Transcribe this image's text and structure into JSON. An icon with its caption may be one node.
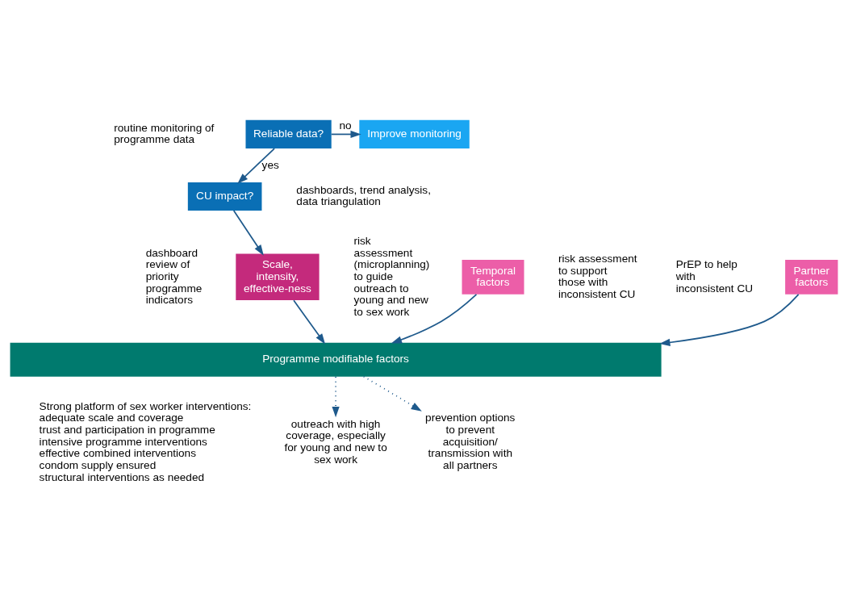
{
  "diagram": {
    "nodes": [
      {
        "text": [
          "Reliable data?"
        ]
      },
      {
        "text": [
          "Improve monitoring"
        ]
      },
      {
        "text": [
          "CU impact?"
        ]
      },
      {
        "text": [
          "Scale, intensity, effective-ness"
        ]
      },
      {
        "text": [
          "Temporal factors"
        ]
      },
      {
        "text": [
          "Partner factors"
        ]
      },
      {
        "text": [
          "Programme modifiable factors"
        ]
      },
      {
        "text": [
          "outreach with high coverage, especially for young and new to sex work"
        ]
      },
      {
        "text": [
          "prevention options to prevent acquisition/ transmission with all partners"
        ]
      }
    ],
    "edges": [
      {
        "from": 0,
        "to": 1,
        "arrow": "to",
        "label": "no"
      },
      {
        "from": 0,
        "to": 2,
        "arrow": "to",
        "label": "yes"
      },
      {
        "from": 2,
        "to": 3,
        "arrow": "to"
      },
      {
        "from": 3,
        "to": 6,
        "arrow": "to"
      },
      {
        "from": 4,
        "to": 6,
        "arrow": "to"
      },
      {
        "from": 5,
        "to": 6,
        "arrow": "to"
      },
      {
        "from": 6,
        "to": 7,
        "arrow": "to",
        "style": "dashed"
      },
      {
        "from": 6,
        "to": 8,
        "arrow": "to",
        "style": "dashed"
      }
    ],
    "labels": [
      "routine monitoring of programme data",
      "dashboards, trend analysis, data triangulation",
      "dashboard review of priority programme indicators",
      "risk assessment (microplanning) to guide outreach to young and new to sex work",
      "risk assessment to support those with inconsistent CU",
      "PrEP to help with inconsistent CU",
      "Strong platform of sex worker interventions:",
      "adequate scale and coverage",
      "trust and participation in programme",
      "intensive programme interventions",
      "effective combined interventions",
      "condom supply ensured",
      "structural interventions as needed"
    ]
  }
}
